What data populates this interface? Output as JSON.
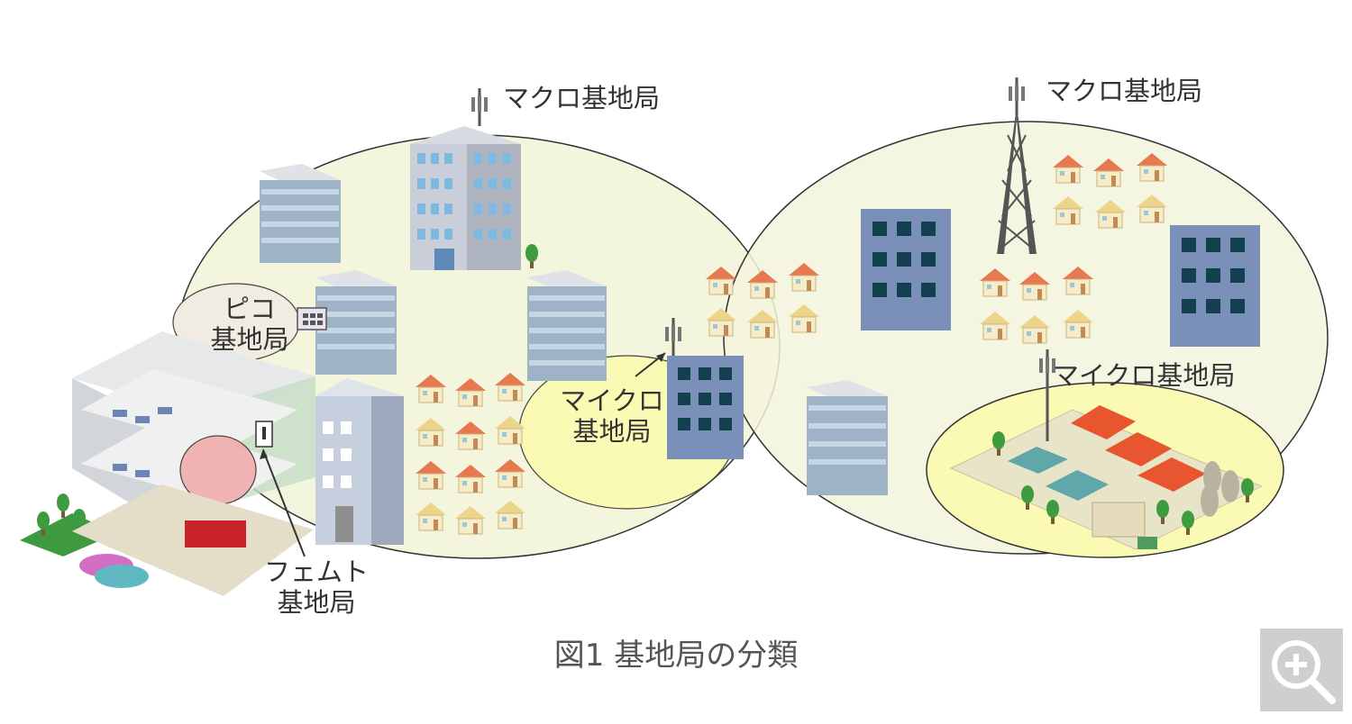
{
  "labels": {
    "macro_left": "マクロ基地局",
    "macro_right": "マクロ基地局",
    "pico_line1": "ピコ",
    "pico_line2": "基地局",
    "micro_center_line1": "マイクロ",
    "micro_center_line2": "基地局",
    "micro_right": "マイクロ基地局",
    "femto_line1": "フェムト",
    "femto_line2": "基地局"
  },
  "caption": "図1  基地局の分類",
  "icons": {
    "zoom": "zoom-in-icon"
  },
  "colors": {
    "macro_cell": "#f3f5dc",
    "micro_cell": "#fafab4",
    "pico_cell": "#f1ece1",
    "femto_cell": "#f0a7a7",
    "cell_border": "#333333",
    "building_blue": "#7a90b8",
    "window_dark": "#12404f",
    "roof_orange": "#e7784f",
    "caption_text": "#555555",
    "zoom_button": "#cfcfcf"
  }
}
